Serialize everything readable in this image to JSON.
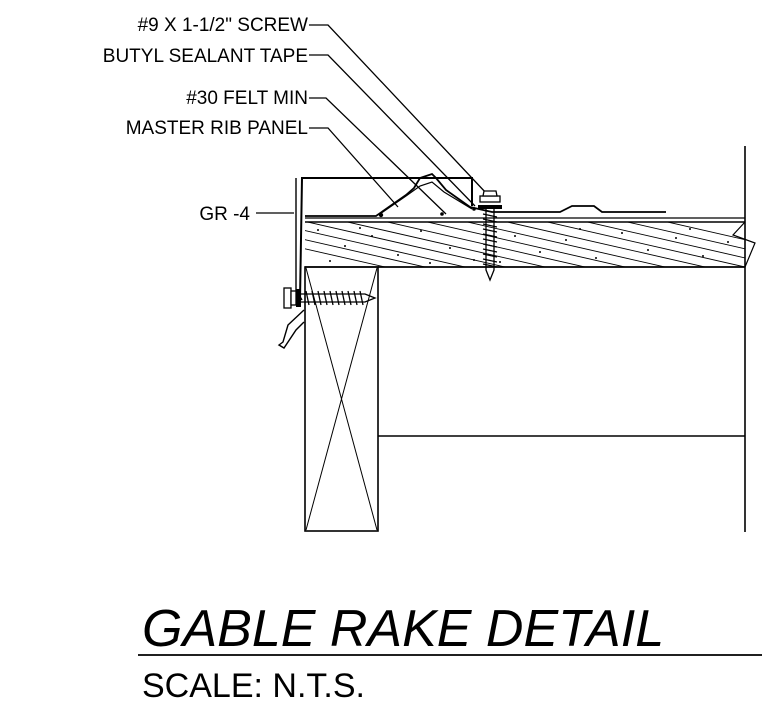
{
  "callouts": {
    "screw": "#9 X 1-1/2\" SCREW",
    "sealant": "BUTYL SEALANT TAPE",
    "felt": "#30 FELT MIN",
    "panel": "MASTER RIB PANEL",
    "trim": "GR -4"
  },
  "title": "GABLE RAKE DETAIL",
  "scale": "SCALE: N.T.S."
}
